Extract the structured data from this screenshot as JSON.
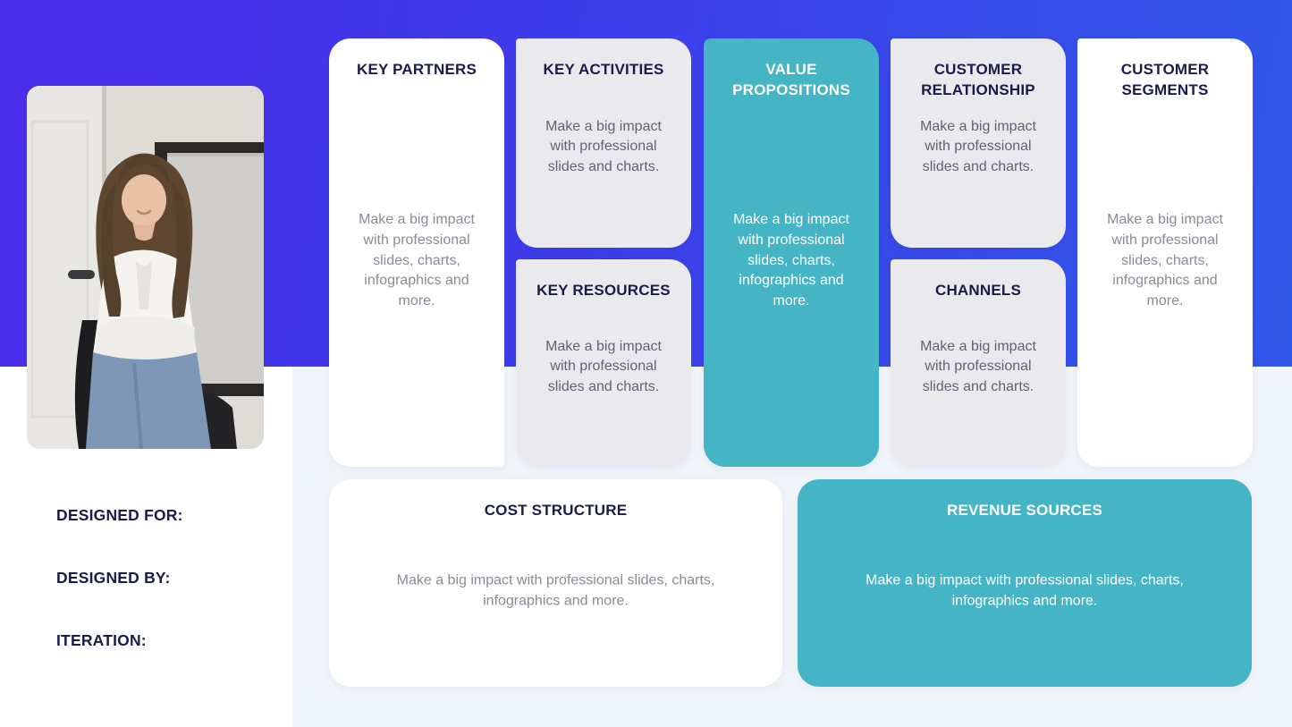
{
  "slide": {
    "type": "business-model-canvas-template"
  },
  "cards": [
    {
      "id": "key-partners",
      "title": "KEY PARTNERS",
      "body": "Make a big impact with professional slides, charts, infographics and more.",
      "variant": "white"
    },
    {
      "id": "key-activities",
      "title": "KEY ACTIVITIES",
      "body": "Make a big impact with professional slides and charts.",
      "variant": "gray"
    },
    {
      "id": "value-propositions",
      "title": "VALUE PROPOSITIONS",
      "body": "Make a big impact with professional slides, charts, infographics and more.",
      "variant": "teal"
    },
    {
      "id": "customer-relationship",
      "title": "CUSTOMER RELATIONSHIP",
      "body": "Make a big impact with professional slides and charts.",
      "variant": "gray"
    },
    {
      "id": "customer-segments",
      "title": "CUSTOMER SEGMENTS",
      "body": "Make a big impact with professional slides, charts, infographics and more.",
      "variant": "white"
    },
    {
      "id": "key-resources",
      "title": "KEY RESOURCES",
      "body": "Make a big impact with professional slides and charts.",
      "variant": "gray"
    },
    {
      "id": "channels",
      "title": "CHANNELS",
      "body": "Make a big impact with professional slides and charts.",
      "variant": "gray"
    },
    {
      "id": "cost-structure",
      "title": "COST STRUCTURE",
      "body": "Make a big impact with professional slides, charts, infographics and more.",
      "variant": "white"
    },
    {
      "id": "revenue-sources",
      "title": "REVENUE SOURCES",
      "body": "Make a big impact with professional slides, charts, infographics and more.",
      "variant": "teal"
    }
  ],
  "sidebar": {
    "labels": [
      "DESIGNED FOR:",
      "DESIGNED BY:",
      "ITERATION:"
    ]
  },
  "photo": {
    "description": "Woman with long brown hair in white shirt and jeans sitting on black office chair"
  },
  "colors": {
    "purple_gradient_left": "#4A2CEB",
    "purple_gradient_right": "#3158E8",
    "teal_accent": "#45B4C4",
    "navy_text": "#1B1B4B",
    "gray_card": "#EAEAEE",
    "light_blue_background": "#F0F5FA",
    "body_text_on_white": "#8A8A98",
    "body_text_on_gray": "#626274"
  }
}
